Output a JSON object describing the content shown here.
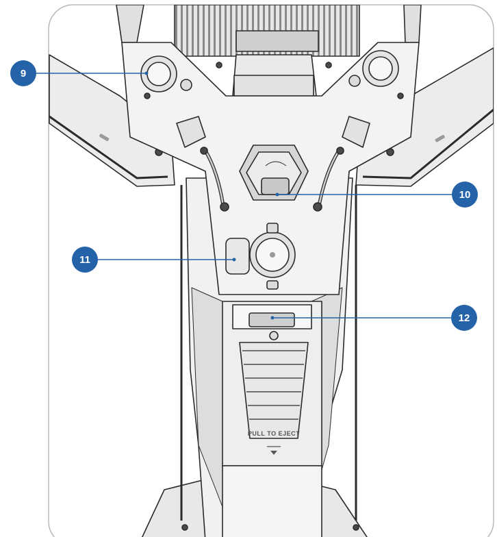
{
  "colors": {
    "callout_fill": "#2563a8",
    "leader_line": "#2563a8",
    "frame_border": "#b8b8b8",
    "outline": "#2a2a2a",
    "body_fill": "#f1f1f1",
    "shade_fill": "#dadada"
  },
  "callouts": [
    {
      "id": "callout-9",
      "label": "9"
    },
    {
      "id": "callout-10",
      "label": "10"
    },
    {
      "id": "callout-11",
      "label": "11"
    },
    {
      "id": "callout-12",
      "label": "12"
    }
  ],
  "engraving": {
    "pull_to_eject": "PULL TO EJECT"
  }
}
